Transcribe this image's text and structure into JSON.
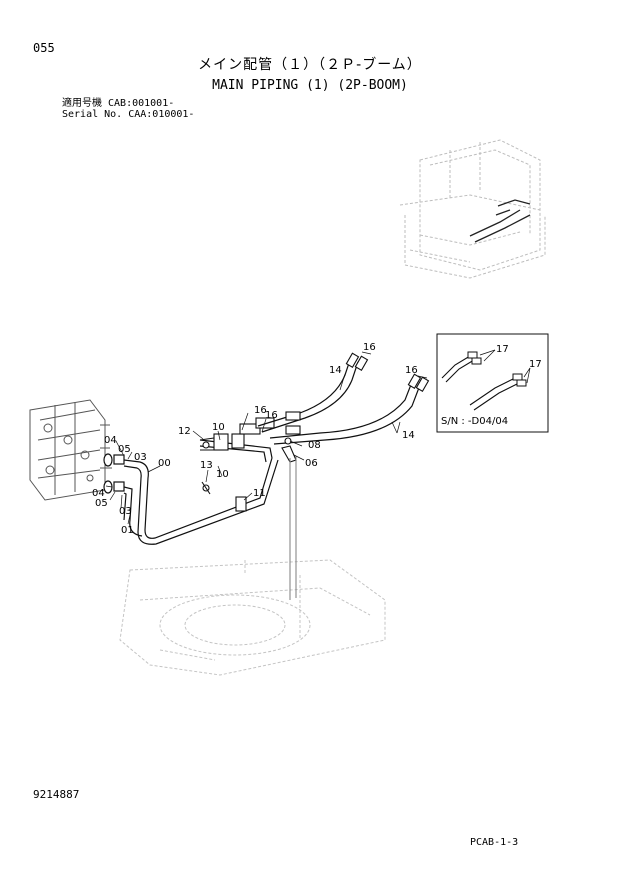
{
  "header": {
    "page_number": "055",
    "title_jp": "メイン配管（１）（２Ｐ-ブーム）",
    "title_en": "MAIN PIPING (1) (2P-BOOM)",
    "applicability_line": "適用号機 CAB:001001-",
    "serial_line": "Serial No. CAA:010001-"
  },
  "footer": {
    "document_number": "9214887",
    "page_code": "PCAB-1-3"
  },
  "callouts": {
    "c00": "00",
    "c01": "01",
    "c03a": "03",
    "c03b": "03",
    "c04a": "04",
    "c04b": "04",
    "c05a": "05",
    "c05b": "05",
    "c06": "06",
    "c08": "08",
    "c10a": "10",
    "c10b": "10",
    "c11": "11",
    "c12": "12",
    "c13": "13",
    "c14a": "14",
    "c14b": "14",
    "c16a": "16",
    "c16b": "16",
    "c16c": "16",
    "c16d": "16",
    "c17a": "17",
    "c17b": "17"
  },
  "inset": {
    "serial_range": "S/N : -D04/04"
  }
}
